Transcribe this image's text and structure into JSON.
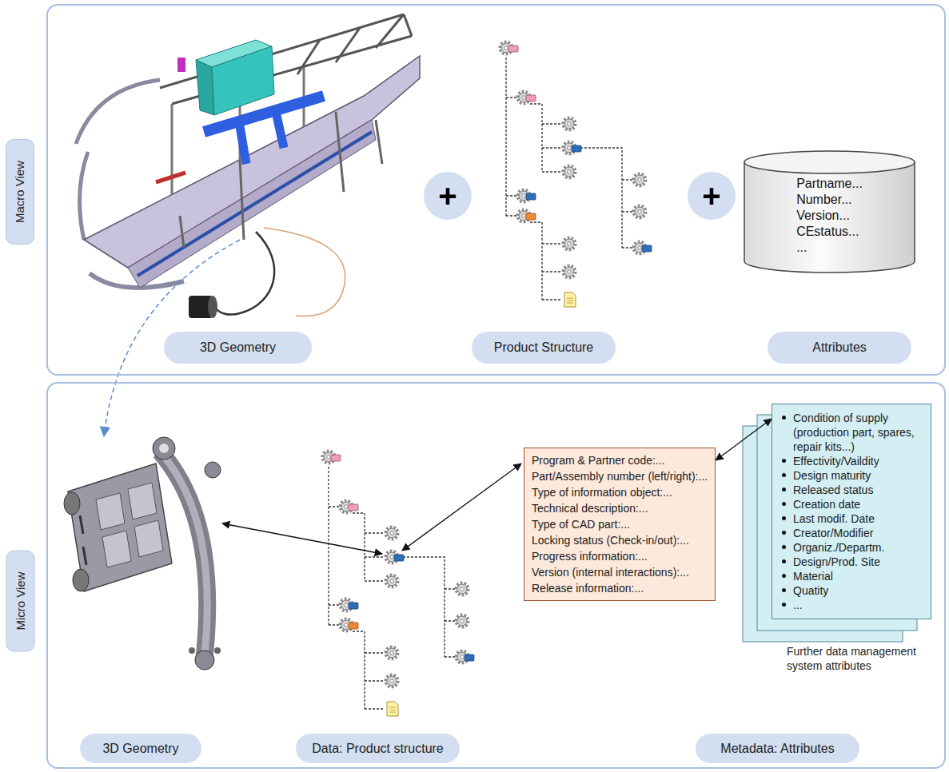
{
  "diagram": {
    "nodes": [
      {
        "text": [
          "Macro View"
        ]
      },
      {
        "text": [
          "+"
        ],
        "in": 0
      },
      {
        "text": [
          "+"
        ],
        "in": 0
      },
      {
        "text": [
          "Partname... Number... Version... CEstatus... ..."
        ],
        "in": 0
      },
      {
        "text": [
          "3D Geometry"
        ],
        "in": 0
      },
      {
        "text": [
          "Product Structure"
        ],
        "in": 0
      },
      {
        "text": [
          "Attributes"
        ],
        "in": 0
      },
      {
        "text": [
          "Micro View"
        ]
      },
      {
        "text": [
          "Program & Partner code:...",
          "Part/Assembly number (left/right):...",
          "Type of information object:...",
          "Technical description:...",
          "Type of CAD part:...",
          "Locking status (Check-in/out):...",
          "Progress information:...",
          "Version (internal interactions):...",
          "Release information:..."
        ],
        "in": 7
      },
      {
        "text": [
          "Condition of supply (production part, spares, repair kits...)",
          "Effectivity/Vaildity",
          "Design maturity",
          "Released status",
          "Creation date",
          "Last modif. Date",
          "Creator/Modifier",
          "Organiz./Departm.",
          "Design/Prod. Site",
          "Material",
          "Quatity",
          "...",
          "Further data management system attributes"
        ],
        "in": 7
      },
      {
        "text": [
          "3D Geometry"
        ],
        "in": 7
      },
      {
        "text": [
          "Data: Product structure"
        ],
        "in": 7
      },
      {
        "text": [
          "Metadata: Attributes"
        ],
        "in": 7
      }
    ],
    "edges": [
      {
        "from": 8,
        "to": 9,
        "arrow": "both"
      }
    ]
  }
}
